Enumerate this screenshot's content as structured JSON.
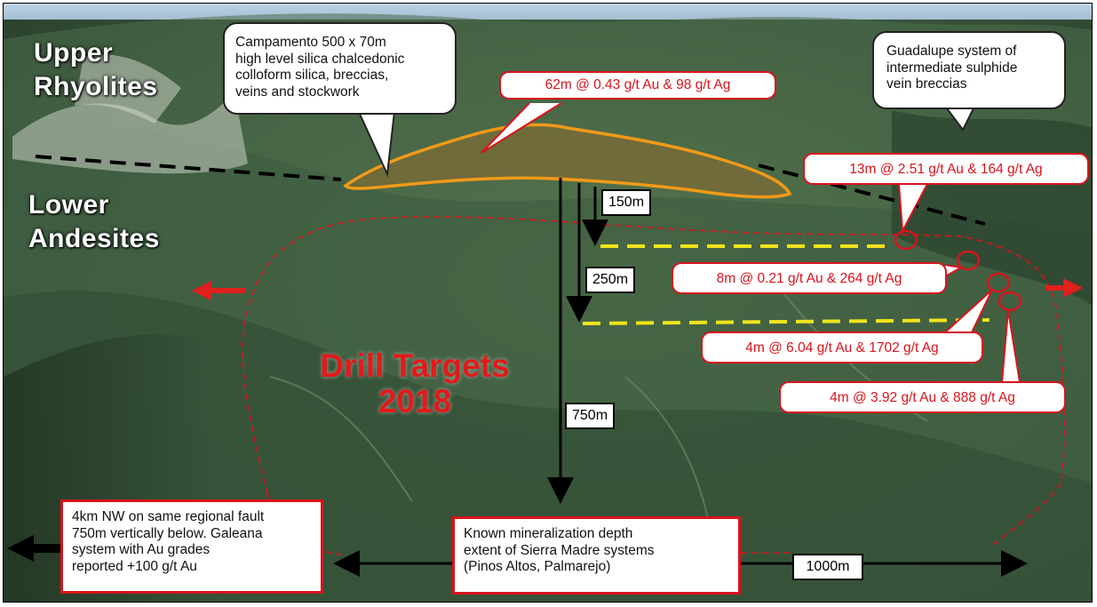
{
  "geology": {
    "upper": [
      "Upper",
      "Rhyolites"
    ],
    "lower": [
      "Lower",
      "Andesites"
    ]
  },
  "callouts": {
    "campamento": [
      "Campamento 500 x 70m",
      "high level silica chalcedonic",
      "colloform silica, breccias,",
      "veins and stockwork"
    ],
    "guadalupe": [
      "Guadalupe system of",
      "intermediate sulphide",
      "vein breccias"
    ]
  },
  "intercepts": [
    "62m @ 0.43 g/t Au & 98 g/t Ag",
    "13m @ 2.51 g/t Au & 164 g/t Ag",
    "8m @ 0.21 g/t Au & 264 g/t Ag",
    "4m @ 6.04 g/t Au & 1702 g/t Ag",
    "4m @ 3.92 g/t Au & 888 g/t Ag"
  ],
  "depths": [
    "150m",
    "250m",
    "750m"
  ],
  "drill_targets": [
    "Drill Targets",
    "2018"
  ],
  "galeana_box": [
    "4km NW on same regional fault",
    "750m vertically below. Galeana",
    "system with Au grades",
    "reported +100 g/t Au"
  ],
  "mineralization_box": [
    "Known mineralization depth",
    "extent of Sierra Madre systems",
    "(Pinos Altos, Palmarejo)"
  ],
  "scale_label": "1000m",
  "colors": {
    "red": "#d8141c",
    "yellow_dash": "#f0e41a",
    "orange_outline": "#f19a18",
    "terrain": "#4a6a48"
  },
  "icons": [
    "arrow-left-icon",
    "arrow-right-icon",
    "drill-arrow-icon"
  ]
}
